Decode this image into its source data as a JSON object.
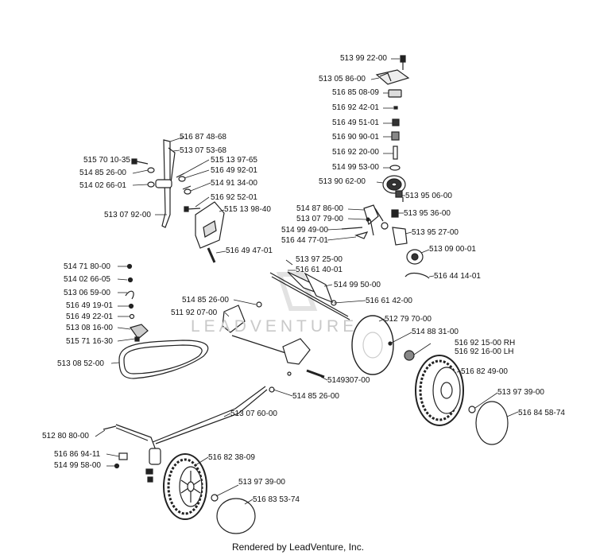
{
  "watermark": "LEADVENTURE",
  "footer": "Rendered by LeadVenture, Inc.",
  "parts": [
    {
      "id": "p01",
      "text": "513 99 22-00"
    },
    {
      "id": "p02",
      "text": "513 05 86-00"
    },
    {
      "id": "p03",
      "text": "516 85 08-09"
    },
    {
      "id": "p04",
      "text": "516 92 42-01"
    },
    {
      "id": "p05",
      "text": "516 49 51-01"
    },
    {
      "id": "p06",
      "text": "516 90 90-01"
    },
    {
      "id": "p07",
      "text": "516 92 20-00"
    },
    {
      "id": "p08",
      "text": "514 99 53-00"
    },
    {
      "id": "p09",
      "text": "513 90 62-00"
    },
    {
      "id": "p10",
      "text": "513 95 06-00"
    },
    {
      "id": "p11",
      "text": "514 87 86-00"
    },
    {
      "id": "p12",
      "text": "513 07 79-00"
    },
    {
      "id": "p13",
      "text": "513 95 36-00"
    },
    {
      "id": "p14",
      "text": "514 99 49-00"
    },
    {
      "id": "p15",
      "text": "516 44 77-01"
    },
    {
      "id": "p16",
      "text": "513 95 27-00"
    },
    {
      "id": "p17",
      "text": "513 09 00-01"
    },
    {
      "id": "p18",
      "text": "513 97 25-00"
    },
    {
      "id": "p19",
      "text": "516 44 14-01"
    },
    {
      "id": "p20",
      "text": "516 61 40-01"
    },
    {
      "id": "p21",
      "text": "514 99 50-00"
    },
    {
      "id": "p22",
      "text": "516 61 42-00"
    },
    {
      "id": "p23",
      "text": "512 79 70-00"
    },
    {
      "id": "p24",
      "text": "514 88 31-00"
    },
    {
      "id": "p25",
      "text": "516 92 15-00 RH"
    },
    {
      "id": "p26",
      "text": "516 92 16-00 LH"
    },
    {
      "id": "p27",
      "text": "516 82 49-00"
    },
    {
      "id": "p28",
      "text": "513 97 39-00"
    },
    {
      "id": "p29",
      "text": "516 84 58-74"
    },
    {
      "id": "p30",
      "text": "516 87 48-68"
    },
    {
      "id": "p31",
      "text": "513 07 53-68"
    },
    {
      "id": "p32",
      "text": "515 70 10-35"
    },
    {
      "id": "p33",
      "text": "515 13 97-65"
    },
    {
      "id": "p34",
      "text": "514 85 26-00"
    },
    {
      "id": "p35",
      "text": "516 49 92-01"
    },
    {
      "id": "p36",
      "text": "514 02 66-01"
    },
    {
      "id": "p37",
      "text": "514 91 34-00"
    },
    {
      "id": "p38",
      "text": "516 92 52-01"
    },
    {
      "id": "p39",
      "text": "513 07 92-00"
    },
    {
      "id": "p40",
      "text": "515 13 98-40"
    },
    {
      "id": "p41",
      "text": "516 49 47-01"
    },
    {
      "id": "p42",
      "text": "514 71 80-00"
    },
    {
      "id": "p43",
      "text": "514 02 66-05"
    },
    {
      "id": "p44",
      "text": "513 06 59-00"
    },
    {
      "id": "p45",
      "text": "516 49 19-01"
    },
    {
      "id": "p46",
      "text": "516 49 22-01"
    },
    {
      "id": "p47",
      "text": "513 08 16-00"
    },
    {
      "id": "p48",
      "text": "515 71 16-30"
    },
    {
      "id": "p49",
      "text": "513 08 52-00"
    },
    {
      "id": "p50",
      "text": "514 85 26-00"
    },
    {
      "id": "p51",
      "text": "511 92 07-00"
    },
    {
      "id": "p52",
      "text": "5149307-00"
    },
    {
      "id": "p53",
      "text": "514 85 26-00"
    },
    {
      "id": "p54",
      "text": "513 07 60-00"
    },
    {
      "id": "p55",
      "text": "512 80 80-00"
    },
    {
      "id": "p56",
      "text": "516 86 94-11"
    },
    {
      "id": "p57",
      "text": "514 99 58-00"
    },
    {
      "id": "p58",
      "text": "516 82 38-09"
    },
    {
      "id": "p59",
      "text": "513 97 39-00"
    },
    {
      "id": "p60",
      "text": "516 83 53-74"
    }
  ]
}
